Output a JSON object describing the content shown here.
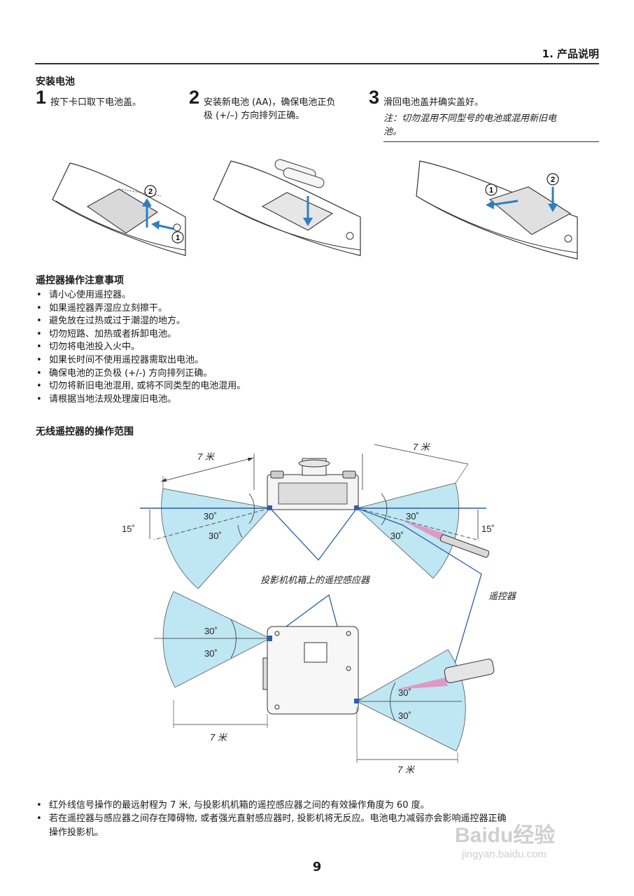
{
  "header": {
    "chapter": "1. 产品说明"
  },
  "install": {
    "heading": "安装电池",
    "steps": [
      {
        "num": "1",
        "text": "按下卡口取下电池盖。"
      },
      {
        "num": "2",
        "line1": "安装新电池 (AA)，确保电池正负",
        "line2": "极 (+/–) 方向排列正确。"
      },
      {
        "num": "3",
        "text": "滑回电池盖并确实盖好。"
      }
    ],
    "note_line1": "注：切勿混用不同型号的电池或混用新旧电",
    "note_line2": "池。",
    "markers": {
      "one": "1",
      "two": "2"
    }
  },
  "precautions": {
    "heading": "遥控器操作注意事项",
    "items": [
      "请小心使用遥控器。",
      "如果遥控器弄湿应立刻擦干。",
      "避免放在过热或过于潮湿的地方。",
      "切勿短路、加热或者拆卸电池。",
      "切勿将电池投入火中。",
      "如果长时间不使用遥控器需取出电池。",
      "确保电池的正负极 (+/-) 方向排列正确。",
      "切勿将新旧电池混用, 或将不同类型的电池混用。",
      "请根据当地法规处理废旧电池。"
    ]
  },
  "range": {
    "heading": "无线遥控器的操作范围",
    "distance": "7 米",
    "angle30": "30˚",
    "angle15": "15˚",
    "sensor_label": "投影机机箱上的遥控感应器",
    "remote_label": "遥控器",
    "colors": {
      "cone": "#bfe6f3",
      "line": "#2b5fa8",
      "beam": "#e87fb6"
    }
  },
  "footer_notes": [
    "红外线信号操作的最远射程为 7 米, 与投影机机箱的遥控感应器之间的有效操作角度为 60 度。",
    "若在遥控器与感应器之间存在障碍物, 或者强光直射感应器时, 投影机将无反应。电池电力减弱亦会影响遥控器正确",
    "操作投影机。"
  ],
  "page_number": "9",
  "watermark": {
    "brand": "Baidu经验",
    "url": "jingyan.baidu.com"
  }
}
